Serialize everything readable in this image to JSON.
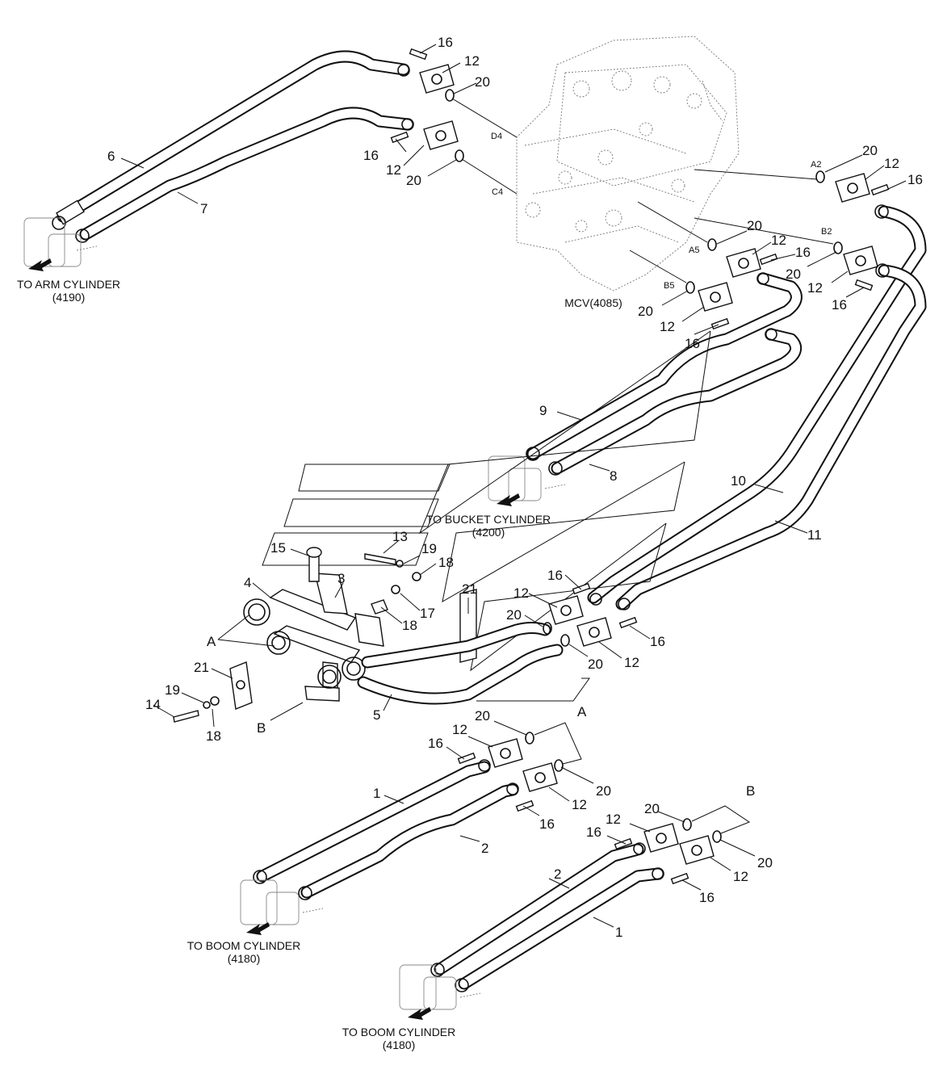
{
  "destinations": {
    "arm": {
      "label": "TO ARM CYLINDER",
      "code": "(4190)"
    },
    "bucket": {
      "label": "TO BUCKET CYLINDER",
      "code": "(4200)"
    },
    "boom_left": {
      "label": "TO BOOM CYLINDER",
      "code": "(4180)"
    },
    "boom_right": {
      "label": "TO BOOM CYLINDER",
      "code": "(4180)"
    }
  },
  "mcv": {
    "label": "MCV(4085)"
  },
  "ports": {
    "d4": "D4",
    "c4": "C4",
    "a2": "A2",
    "b2": "B2",
    "a5": "A5",
    "b5": "B5"
  },
  "section_letters": {
    "a": "A",
    "b": "B"
  },
  "callouts": {
    "p16_a": "16",
    "p12_a": "12",
    "p20_a": "20",
    "p16_b": "16",
    "p12_b": "12",
    "p20_b": "20",
    "p6": "6",
    "p7": "7",
    "p20_c": "20",
    "p12_c": "12",
    "p16_c": "16",
    "p20_d": "20",
    "p12_d": "12",
    "p16_d": "16",
    "p20_e": "20",
    "p12_e": "12",
    "p16_e": "16",
    "p20_f": "20",
    "p12_f": "12",
    "p16_f": "16",
    "p9": "9",
    "p8": "8",
    "p10": "10",
    "p11": "11",
    "p13": "13",
    "p15": "15",
    "p19_a": "19",
    "p18_a": "18",
    "p4": "4",
    "p3": "3",
    "p17": "17",
    "p18_b": "18",
    "p21_a": "21",
    "p12_g": "12",
    "p16_g": "16",
    "p20_g": "20",
    "p16_h": "16",
    "p20_h": "20",
    "p12_h": "12",
    "pA": "A",
    "p21_b": "21",
    "p19_b": "19",
    "p14": "14",
    "p18_c": "18",
    "pB": "B",
    "p5": "5",
    "p20_i": "20",
    "pA2": "A",
    "p12_i": "12",
    "p16_i": "16",
    "p20_j": "20",
    "p12_j": "12",
    "p16_j": "16",
    "p1_a": "1",
    "p2_a": "2",
    "p20_k": "20",
    "pB2": "B",
    "p12_k": "12",
    "p16_k": "16",
    "p20_l": "20",
    "p12_l": "12",
    "p16_l": "16",
    "p2_b": "2",
    "p1_b": "1"
  }
}
